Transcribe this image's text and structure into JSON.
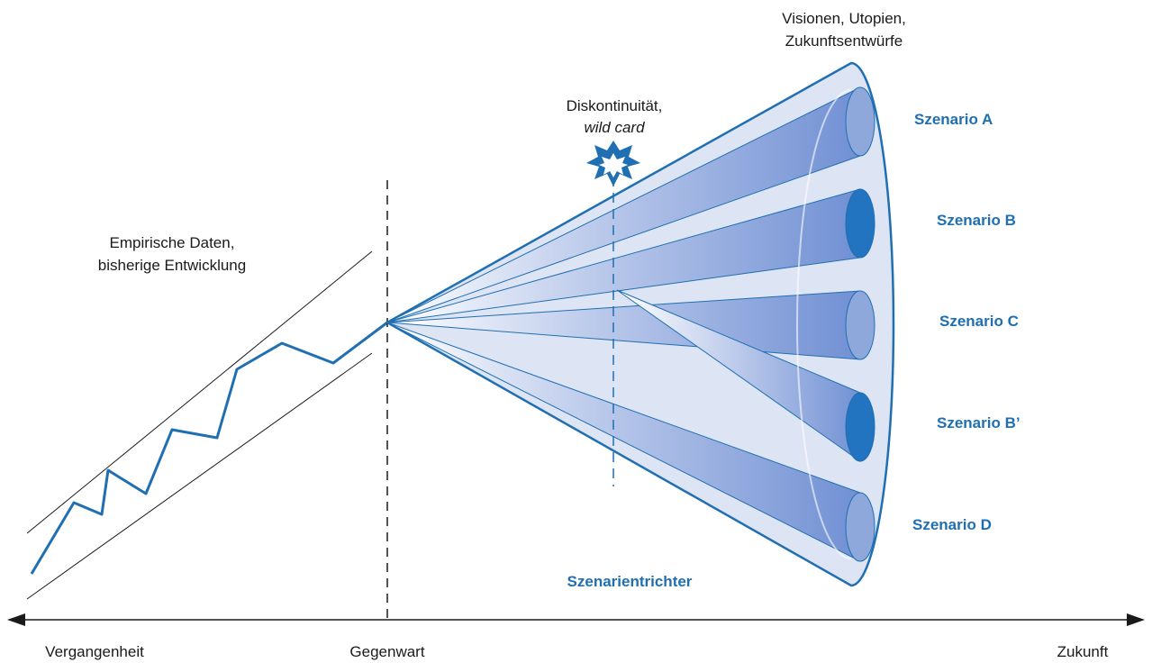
{
  "labels": {
    "empirical_line1": "Empirische Daten,",
    "empirical_line2": "bisherige Entwicklung",
    "visions_line1": "Visionen, Utopien,",
    "visions_line2": "Zukunftsentwürfe",
    "discontinuity_line1": "Diskontinuität,",
    "discontinuity_line2": "wild card",
    "funnel": "Szenarientrichter"
  },
  "scenarios": {
    "a": "Szenario A",
    "b": "Szenario B",
    "c": "Szenario C",
    "b_prime": "Szenario B’",
    "d": "Szenario D"
  },
  "timeline": {
    "past": "Vergangenheit",
    "present": "Gegenwart",
    "future": "Zukunft"
  },
  "colors": {
    "accent_blue": "#1f6fb2",
    "funnel_fill": "#dde4f4",
    "cone_light": "#8fa8dc",
    "cone_dark": "#2273c0"
  }
}
